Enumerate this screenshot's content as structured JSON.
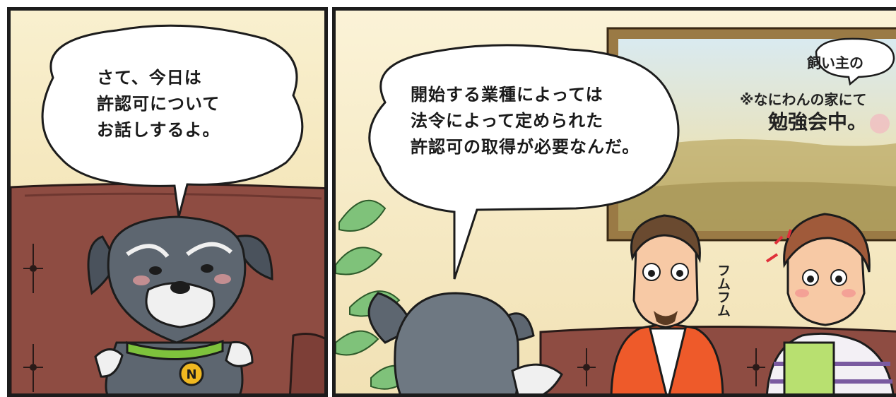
{
  "panels": {
    "left": {
      "speech": {
        "lines": [
          "さて、今日は",
          "許認可について",
          "お話しするよ。"
        ]
      },
      "badge_letter": "N"
    },
    "right": {
      "speech": {
        "lines": [
          "開始する業種によっては",
          "法令によって定められた",
          "許認可の取得が必要なんだ。"
        ]
      },
      "note": {
        "owner_label": "飼い主の",
        "line1": "※なにわんの家にて",
        "line2": "勉強会中。"
      },
      "sound_effect": "フムフム"
    }
  },
  "colors": {
    "border": "#1c1c1c",
    "sofa": "#8e4c42",
    "wall": "#f7ecc8",
    "dog_fur": "#5d6670",
    "collar": "#7ec23c",
    "cardigan": "#ee5a2a"
  }
}
